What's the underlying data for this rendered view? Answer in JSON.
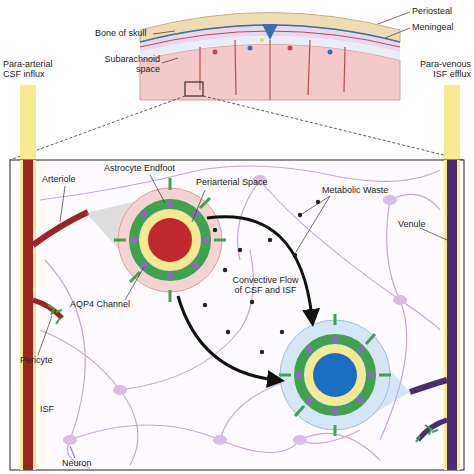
{
  "diagram": {
    "labels": [
      "Bone of skull",
      "Periosteal",
      "Meningeal",
      "Subarachnoid space",
      "Para-arterial CSF influx",
      "Para-venous ISF efflux",
      "Arteriole",
      "Astrocyte Endfoot",
      "Periarterial Space",
      "Metabolic Waste",
      "Pericyte",
      "AQP4 Channel",
      "Convective Flow of CSF and ISF",
      "Venule",
      "ISF",
      "Neuron"
    ]
  }
}
